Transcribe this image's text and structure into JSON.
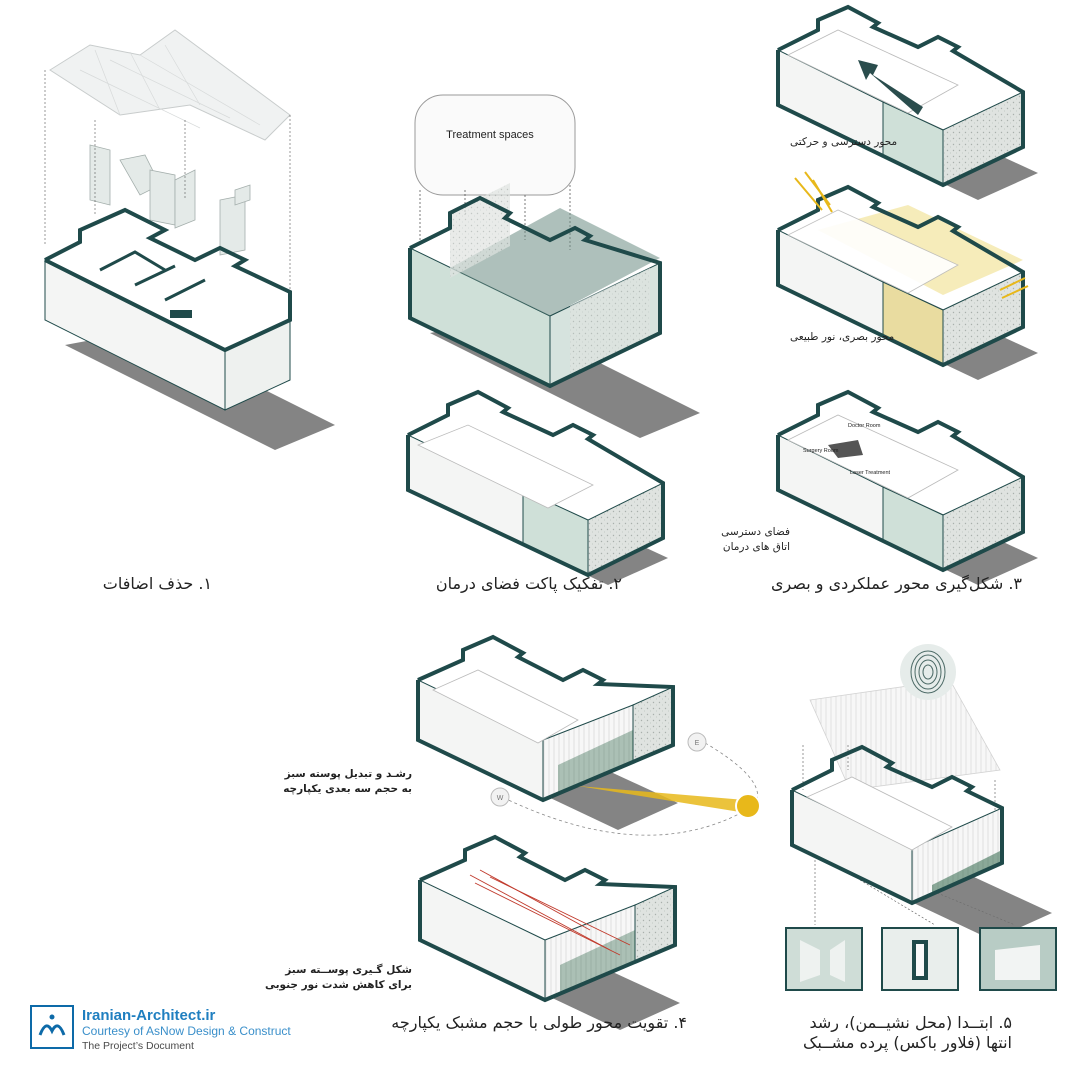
{
  "captions": {
    "step1": "۱. حذف اضافات",
    "step2": "۲. تفکیک پاکت فضای درمان",
    "step3": "۳. شکل‌گیری محور عملکردی و بصری",
    "step4": "۴. تقویت محور طولی با حجم مشبک یکپارچه",
    "step5_line1": "۵. ابتــدا (محل نشیــمن)، رشد",
    "step5_line2": "انتها (فلاور باکس) پرده مشــبک"
  },
  "labels": {
    "treatment_spaces": "Treatment spaces",
    "access_axis": "محور دسترسی و حرکتی",
    "visual_axis": "محور بصری، نور طبیعی",
    "access_space_line1": "فضای دسترسی",
    "access_space_line2": "اتاق های درمان",
    "doctor_room": "Doctor Room",
    "surgery_room": "Surgery Room",
    "laser_treatment": "Laser Treatment",
    "green_growth_line1": "رشـد و تبدیل پوسته سبز",
    "green_growth_line2": "به حجم سه بعدی یکپارچه",
    "green_shell_line1": "شکل گـیری پوســته سبز",
    "green_shell_line2": "برای کاهش شدت نور جنوبی",
    "compass_e": "E",
    "compass_w": "W"
  },
  "credit": {
    "site": "Iranian-Architect.ir",
    "courtesy": "Courtesy of AsNow Design & Construct",
    "document": "The Project’s Document"
  },
  "colors": {
    "wall_dark": "#1f4a4a",
    "wall_light": "#f3f5f4",
    "glass": "#cfe0d8",
    "shadow": "#6e6e6e",
    "sun": "#e8b81a",
    "red_line": "#c0392b",
    "plant": "#1e5a3a"
  }
}
